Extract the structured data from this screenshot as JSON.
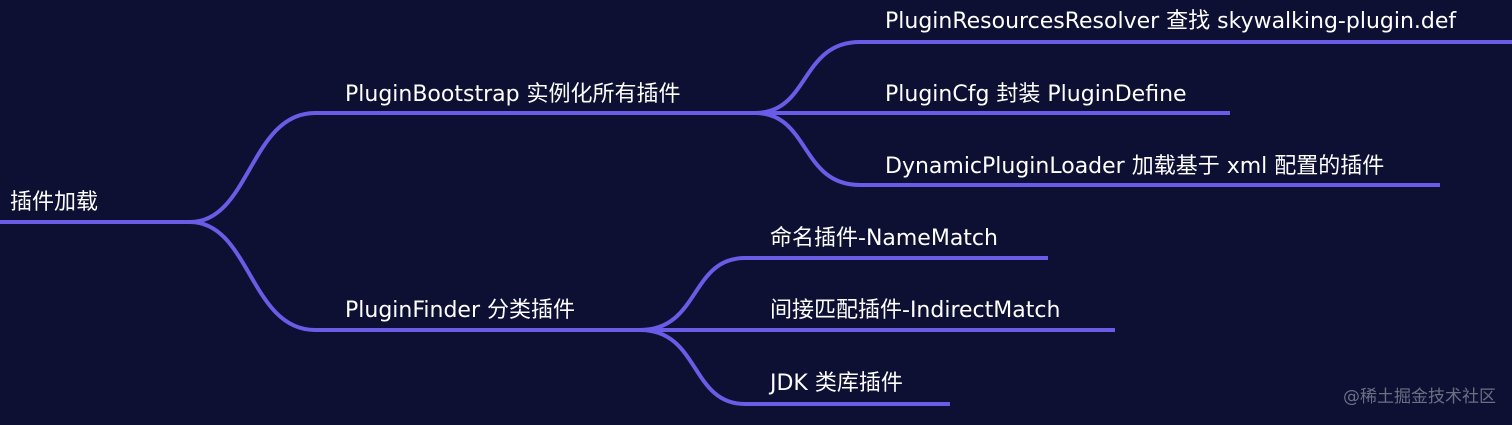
{
  "mindmap": {
    "root": {
      "label": "插件加载"
    },
    "branches": [
      {
        "label": "PluginBootstrap 实例化所有插件",
        "children": [
          {
            "label": "PluginResourcesResolver 查找 skywalking-plugin.def"
          },
          {
            "label": "PluginCfg 封装 PluginDefine"
          },
          {
            "label": "DynamicPluginLoader 加载基于 xml 配置的插件"
          }
        ]
      },
      {
        "label": "PluginFinder 分类插件",
        "children": [
          {
            "label": "命名插件-NameMatch"
          },
          {
            "label": "间接匹配插件-IndirectMatch"
          },
          {
            "label": "JDK 类库插件"
          }
        ]
      }
    ]
  },
  "watermark": "@稀土掘金技术社区",
  "colors": {
    "background": "#0d1033",
    "edge": "#6b5ce7",
    "text": "#ffffff",
    "watermark": "#6b6f84"
  }
}
